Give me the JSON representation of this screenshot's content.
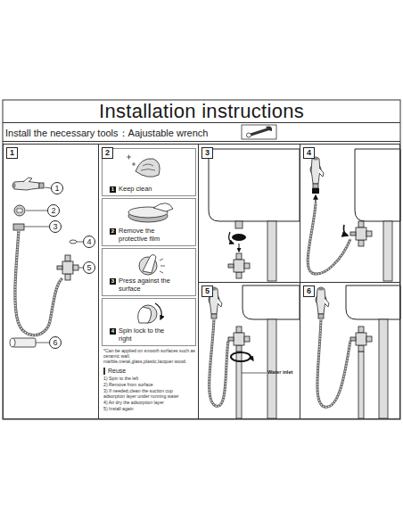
{
  "diagram": {
    "title": "Installation instructions",
    "nodes": [
      {
        "text": [
          "Install the necessary tools：Aajustable wrench"
        ]
      },
      {
        "text": [
          "1"
        ]
      },
      {
        "text": [
          "2"
        ]
      },
      {
        "text": [
          "1",
          "Keep clean"
        ],
        "in": 2
      },
      {
        "text": [
          "2",
          "Remove the protective film"
        ],
        "in": 2
      },
      {
        "text": [
          "3",
          "Press against the surface"
        ],
        "in": 2
      },
      {
        "text": [
          "4",
          "Spin lock to the right"
        ],
        "in": 2
      },
      {
        "text": [
          "3"
        ]
      },
      {
        "text": [
          "4"
        ]
      },
      {
        "text": [
          "5"
        ]
      },
      {
        "text": [
          "6"
        ]
      }
    ],
    "labels": [
      "1",
      "2",
      "3",
      "4",
      "5",
      "6",
      "*Can be applied on smooth surfaces such as ceramic wall, marble,metal,glass,plastic,lacquer wood.",
      "Reuse",
      "1) Spin to the left",
      "2) Remove from surface",
      "3) If needed,clean the suction cup adsorption layer under running water",
      "4) Air dry the adsorption layer",
      "5) Install again",
      "Water inlet"
    ]
  }
}
